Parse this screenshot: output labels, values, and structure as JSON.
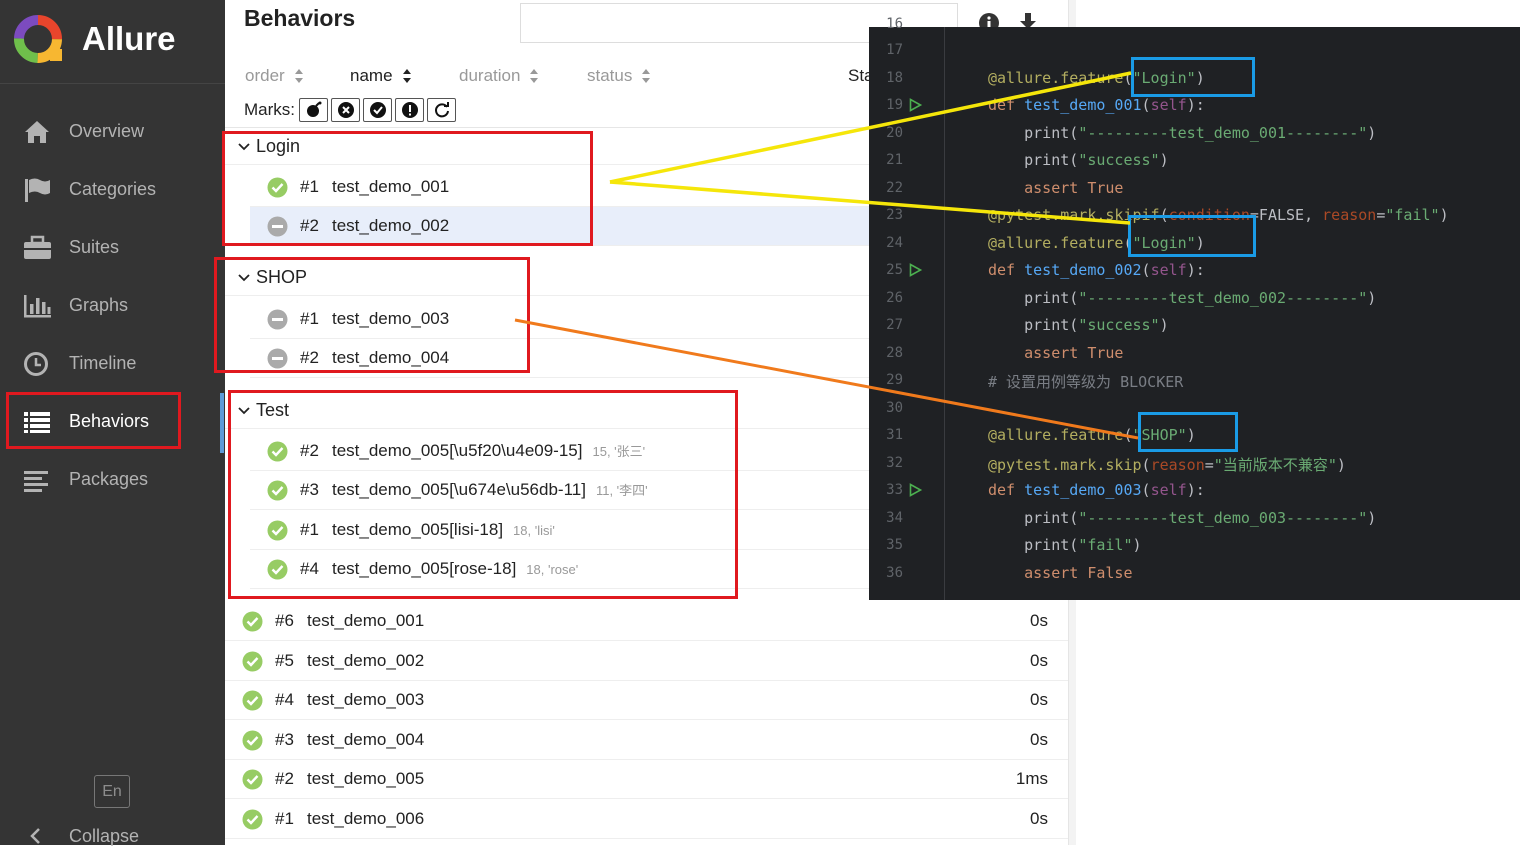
{
  "app": {
    "name": "Allure",
    "page_title": "Behaviors"
  },
  "sidebar": {
    "items": [
      {
        "label": "Overview",
        "icon": "home-icon"
      },
      {
        "label": "Categories",
        "icon": "flag-icon"
      },
      {
        "label": "Suites",
        "icon": "briefcase-icon"
      },
      {
        "label": "Graphs",
        "icon": "bar-chart-icon"
      },
      {
        "label": "Timeline",
        "icon": "clock-icon"
      },
      {
        "label": "Behaviors",
        "icon": "list-icon",
        "active": true
      },
      {
        "label": "Packages",
        "icon": "align-left-icon"
      }
    ],
    "language": "En",
    "collapse_label": "Collapse"
  },
  "toolbar": {
    "sort_options": [
      {
        "label": "order",
        "active": false
      },
      {
        "label": "name",
        "active": true
      },
      {
        "label": "duration",
        "active": false
      },
      {
        "label": "status",
        "active": false
      }
    ],
    "status_truncated": "Sta",
    "marks_label": "Marks:",
    "marks": [
      "flaky-bomb-icon",
      "new-failed-icon",
      "new-passed-icon",
      "new-broken-icon",
      "retries-icon"
    ]
  },
  "groups": [
    {
      "name": "Login",
      "items": [
        {
          "order": "#1",
          "name": "test_demo_001",
          "params": "",
          "status": "passed"
        },
        {
          "order": "#2",
          "name": "test_demo_002",
          "params": "",
          "status": "skipped",
          "selected": true
        }
      ]
    },
    {
      "name": "SHOP",
      "items": [
        {
          "order": "#1",
          "name": "test_demo_003",
          "params": "",
          "status": "skipped"
        },
        {
          "order": "#2",
          "name": "test_demo_004",
          "params": "",
          "status": "skipped"
        }
      ]
    },
    {
      "name": "Test",
      "items": [
        {
          "order": "#2",
          "name": "test_demo_005[\\u5f20\\u4e09-15]",
          "params": "15, '张三'",
          "status": "passed"
        },
        {
          "order": "#3",
          "name": "test_demo_005[\\u674e\\u56db-11]",
          "params": "11, '李四'",
          "status": "passed"
        },
        {
          "order": "#1",
          "name": "test_demo_005[lisi-18]",
          "params": "18, 'lisi'",
          "status": "passed"
        },
        {
          "order": "#4",
          "name": "test_demo_005[rose-18]",
          "params": "18, 'rose'",
          "status": "passed"
        }
      ]
    }
  ],
  "flat_rows": [
    {
      "order": "#6",
      "name": "test_demo_001",
      "duration": "0s",
      "status": "passed"
    },
    {
      "order": "#5",
      "name": "test_demo_002",
      "duration": "0s",
      "status": "passed"
    },
    {
      "order": "#4",
      "name": "test_demo_003",
      "duration": "0s",
      "status": "passed"
    },
    {
      "order": "#3",
      "name": "test_demo_004",
      "duration": "0s",
      "status": "passed"
    },
    {
      "order": "#2",
      "name": "test_demo_005",
      "duration": "1ms",
      "status": "passed"
    },
    {
      "order": "#1",
      "name": "test_demo_006",
      "duration": "0s",
      "status": "passed"
    }
  ],
  "code": {
    "first_line_number": 16,
    "lines": [
      {
        "n": "17",
        "parts": []
      },
      {
        "n": "18",
        "parts": [
          [
            "dec",
            "@allure.feature"
          ],
          [
            "plain",
            "("
          ],
          [
            "str",
            "\"Login\""
          ],
          [
            "plain",
            ")"
          ]
        ]
      },
      {
        "n": "19",
        "run": true,
        "parts": [
          [
            "kw",
            "def "
          ],
          [
            "fn",
            "test_demo_001"
          ],
          [
            "plain",
            "("
          ],
          [
            "self",
            "self"
          ],
          [
            "plain",
            "):"
          ]
        ]
      },
      {
        "n": "20",
        "parts": [
          [
            "plain",
            "    print("
          ],
          [
            "str",
            "\"---------test_demo_001--------\""
          ],
          [
            "plain",
            ")"
          ]
        ]
      },
      {
        "n": "21",
        "parts": [
          [
            "plain",
            "    print("
          ],
          [
            "str",
            "\"success\""
          ],
          [
            "plain",
            ")"
          ]
        ]
      },
      {
        "n": "22",
        "parts": [
          [
            "plain",
            "    "
          ],
          [
            "kw",
            "assert "
          ],
          [
            "kw",
            "True"
          ]
        ]
      },
      {
        "n": "23",
        "parts": [
          [
            "dec",
            "@pytest.mark.skipif"
          ],
          [
            "plain",
            "("
          ],
          [
            "par",
            "condition"
          ],
          [
            "plain",
            "=FALSE, "
          ],
          [
            "par",
            "reason"
          ],
          [
            "plain",
            "="
          ],
          [
            "str",
            "\"fail\""
          ],
          [
            "plain",
            ")"
          ]
        ]
      },
      {
        "n": "24",
        "parts": [
          [
            "dec",
            "@allure.feature"
          ],
          [
            "plain",
            "("
          ],
          [
            "str",
            "\"Login\""
          ],
          [
            "plain",
            ")"
          ]
        ]
      },
      {
        "n": "25",
        "run": true,
        "parts": [
          [
            "kw",
            "def "
          ],
          [
            "fn",
            "test_demo_002"
          ],
          [
            "plain",
            "("
          ],
          [
            "self",
            "self"
          ],
          [
            "plain",
            "):"
          ]
        ]
      },
      {
        "n": "26",
        "parts": [
          [
            "plain",
            "    print("
          ],
          [
            "str",
            "\"---------test_demo_002--------\""
          ],
          [
            "plain",
            ")"
          ]
        ]
      },
      {
        "n": "27",
        "parts": [
          [
            "plain",
            "    print("
          ],
          [
            "str",
            "\"success\""
          ],
          [
            "plain",
            ")"
          ]
        ]
      },
      {
        "n": "28",
        "parts": [
          [
            "plain",
            "    "
          ],
          [
            "kw",
            "assert "
          ],
          [
            "kw",
            "True"
          ]
        ]
      },
      {
        "n": "29",
        "parts": [
          [
            "cmt",
            "# 设置用例等级为 BLOCKER"
          ]
        ]
      },
      {
        "n": "30",
        "parts": []
      },
      {
        "n": "31",
        "parts": [
          [
            "dec",
            "@allure.feature"
          ],
          [
            "plain",
            "("
          ],
          [
            "str",
            "\"SHOP\""
          ],
          [
            "plain",
            ")"
          ]
        ]
      },
      {
        "n": "32",
        "parts": [
          [
            "dec",
            "@pytest.mark.skip"
          ],
          [
            "plain",
            "("
          ],
          [
            "par",
            "reason"
          ],
          [
            "plain",
            "="
          ],
          [
            "str",
            "\"当前版本不兼容\""
          ],
          [
            "plain",
            ")"
          ]
        ]
      },
      {
        "n": "33",
        "run": true,
        "parts": [
          [
            "kw",
            "def "
          ],
          [
            "fn",
            "test_demo_003"
          ],
          [
            "plain",
            "("
          ],
          [
            "self",
            "self"
          ],
          [
            "plain",
            "):"
          ]
        ]
      },
      {
        "n": "34",
        "parts": [
          [
            "plain",
            "    print("
          ],
          [
            "str",
            "\"---------test_demo_003--------\""
          ],
          [
            "plain",
            ")"
          ]
        ]
      },
      {
        "n": "35",
        "parts": [
          [
            "plain",
            "    print("
          ],
          [
            "str",
            "\"fail\""
          ],
          [
            "plain",
            ")"
          ]
        ]
      },
      {
        "n": "36",
        "parts": [
          [
            "plain",
            "    "
          ],
          [
            "kw",
            "assert "
          ],
          [
            "kw",
            "False"
          ]
        ]
      }
    ]
  },
  "colors": {
    "sidebar_bg": "#343434",
    "passed": "#97cc64",
    "skipped": "#aaaaaa",
    "annotation_red": "#e0191f",
    "annotation_blue": "#1a9be6",
    "connector_yellow": "#f5e60a",
    "connector_orange": "#f07a1c",
    "code_bg": "#1f2124"
  }
}
